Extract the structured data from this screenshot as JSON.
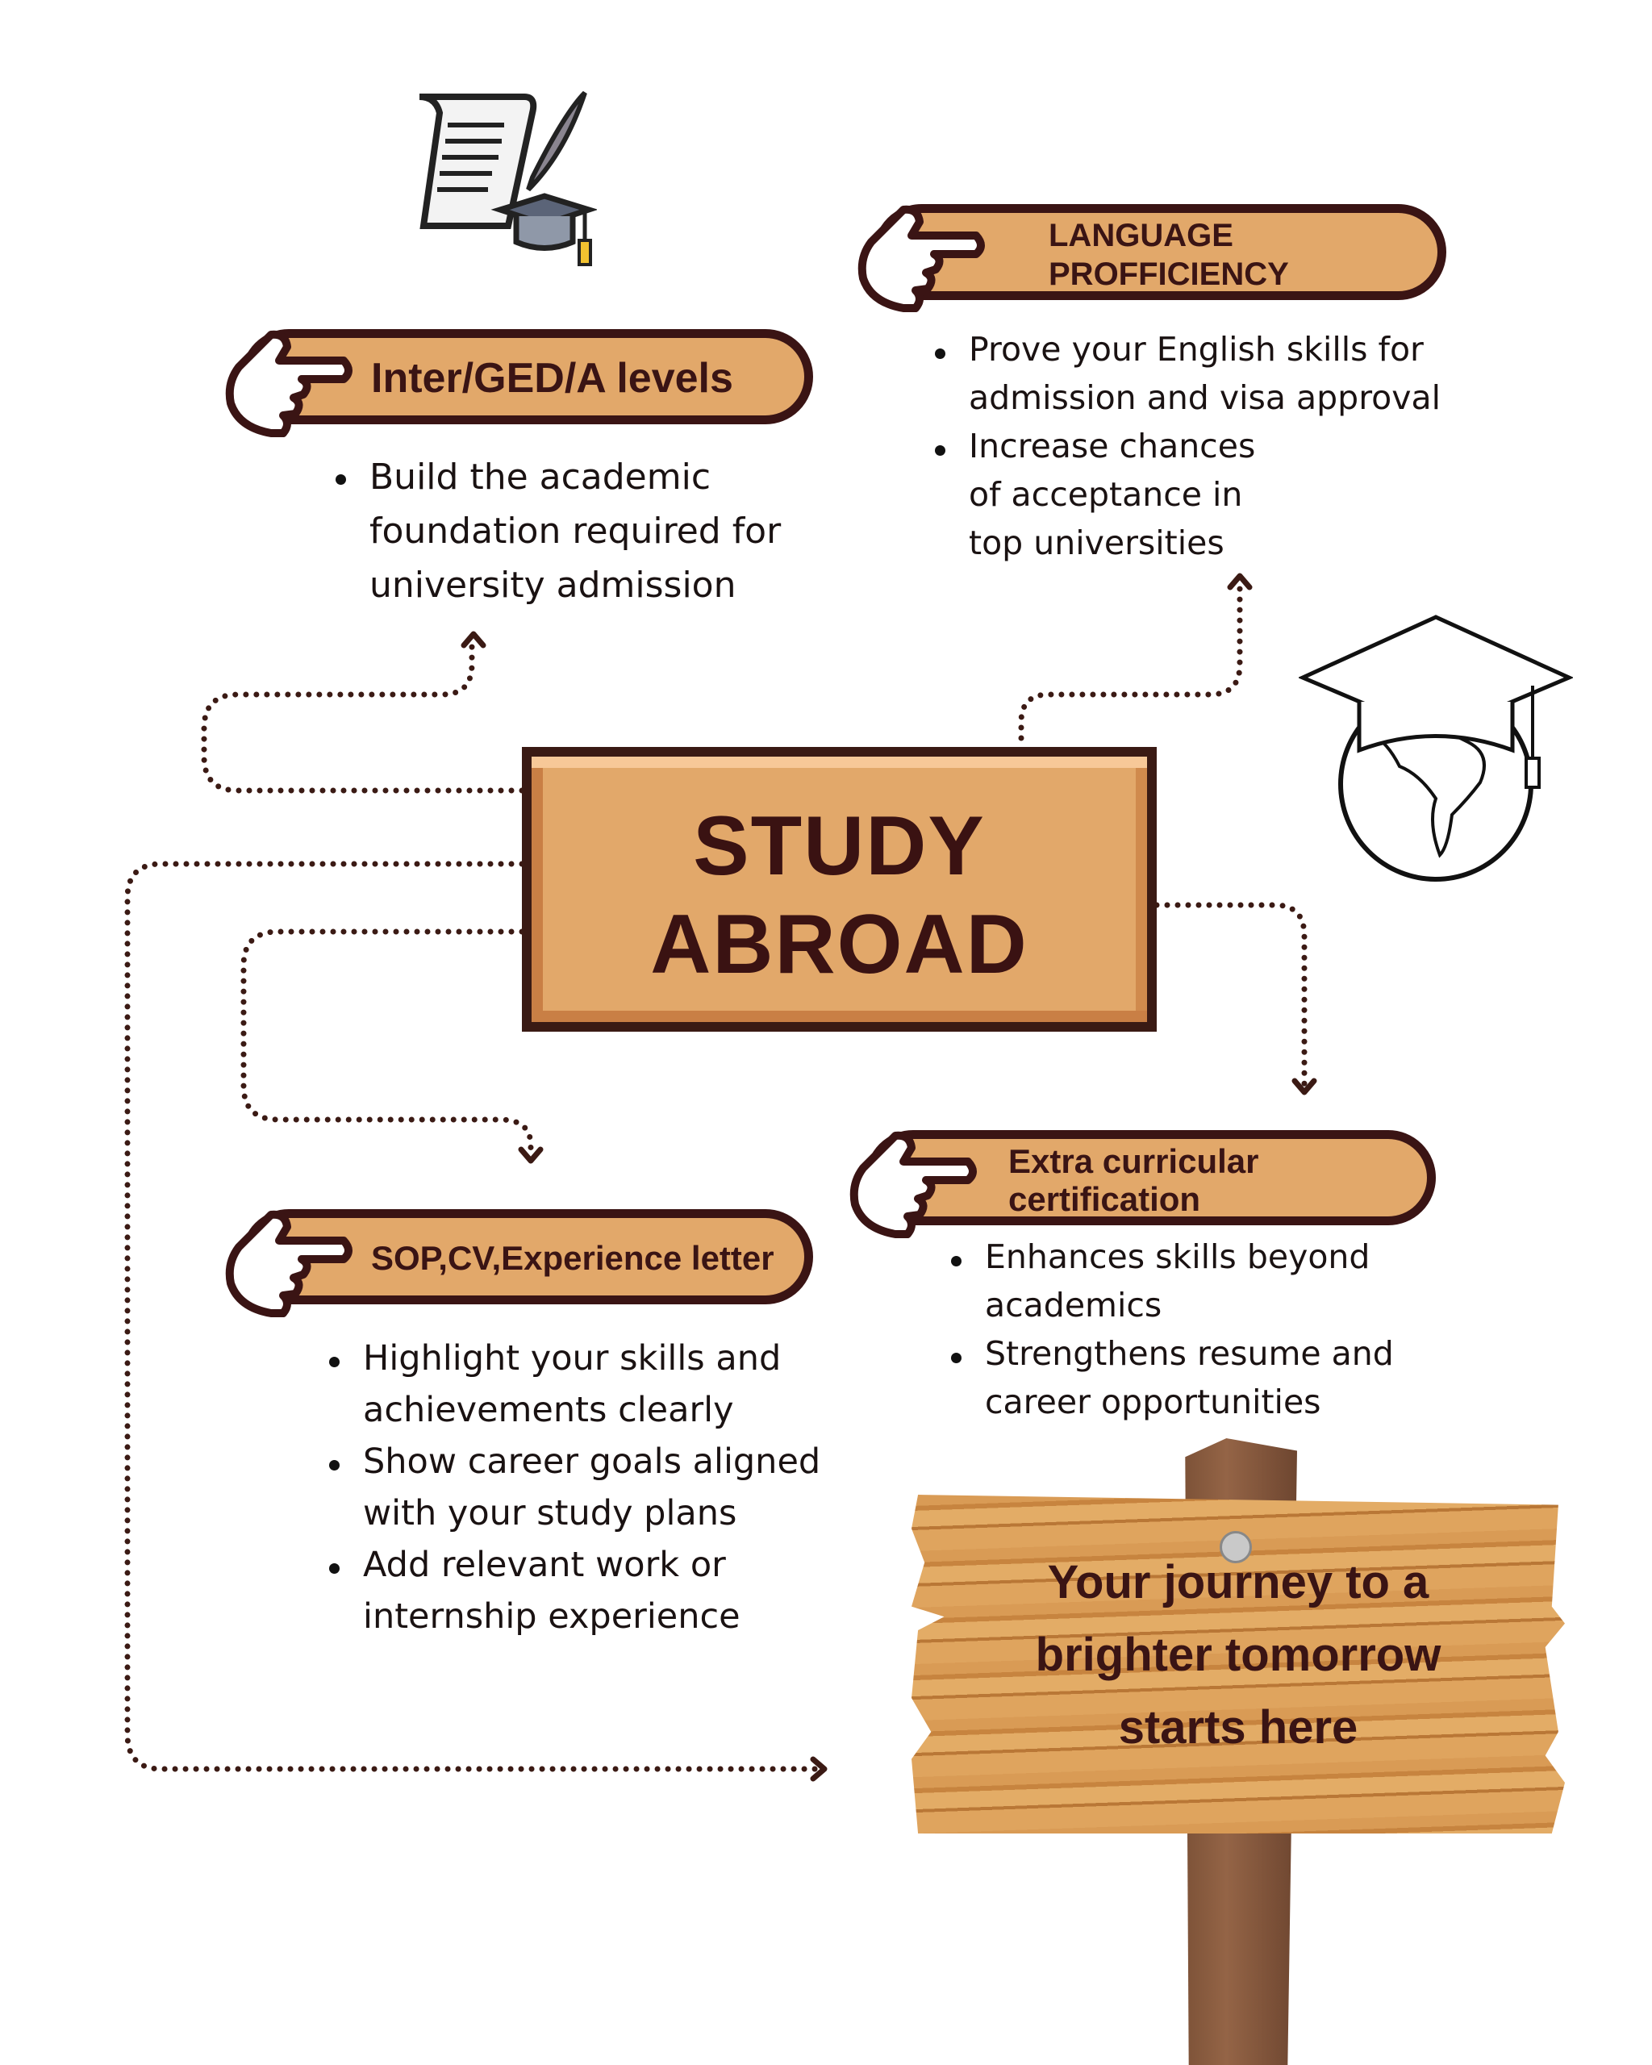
{
  "center": {
    "line1": "STUDY",
    "line2": "ABROAD"
  },
  "sections": [
    {
      "title": "Inter/GED/A levels",
      "bullets": [
        "Build the academic foundation required for university admission"
      ]
    },
    {
      "title_line1": "LANGUAGE",
      "title_line2": "PROFFICIENCY",
      "bullets": [
        "Prove your English skills for admission and visa approval",
        "Increase chances of acceptance in top universities"
      ]
    },
    {
      "title_line1": "Extra curricular",
      "title_line2": "certification",
      "bullets": [
        "Enhances skills beyond academics",
        "Strengthens resume and career opportunities"
      ]
    },
    {
      "title": "SOP,CV,Experience letter",
      "bullets": [
        "Highlight your skills and achievements clearly",
        "Show career goals aligned with your study plans",
        "Add relevant work or internship experience"
      ]
    }
  ],
  "sign": {
    "line1": "Your journey to a",
    "line2": "brighter tomorrow",
    "line3": "starts here"
  },
  "colors": {
    "pill": "#e2a86a",
    "outline": "#3a1414",
    "connector": "#3b1a14"
  }
}
